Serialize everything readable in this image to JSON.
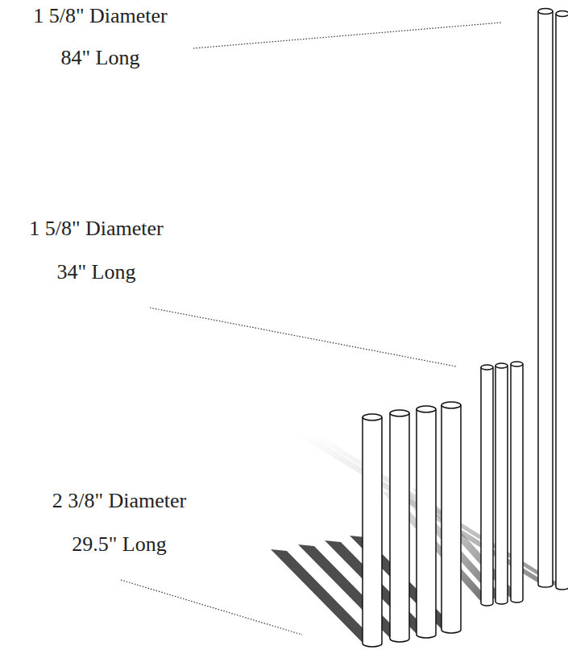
{
  "diagram": {
    "labels": [
      "1 5/8\" Diameter",
      "84\" Long",
      "1 5/8\" Diameter",
      "34\" Long",
      "2 3/8\" Diameter",
      "29.5\" Long"
    ]
  }
}
